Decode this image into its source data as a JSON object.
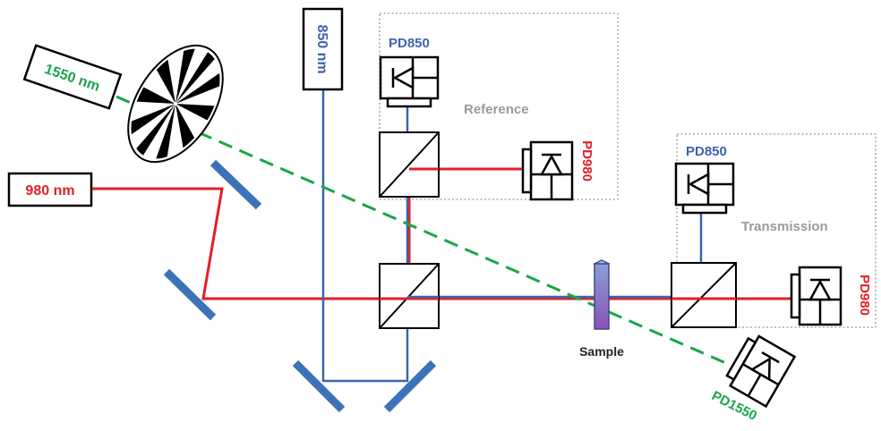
{
  "colors": {
    "red_beam": "#e21f26",
    "blue_beam": "#3d64ae",
    "green_beam": "#1aa64a",
    "mirror": "#3e72b8",
    "region_label": "#9a9a9a",
    "sample_top": "#8a9ed6",
    "sample_bottom": "#8a52b8"
  },
  "sources": {
    "laser_980": "980 nm",
    "laser_850": "850 nm",
    "laser_1550": "1550 nm"
  },
  "regions": {
    "reference": "Reference",
    "transmission": "Transmission"
  },
  "detectors": {
    "ref_pd850": "PD850",
    "ref_pd980": "PD980",
    "trans_pd850": "PD850",
    "trans_pd980": "PD980",
    "pd1550": "PD1550"
  },
  "sample": "Sample",
  "icons": {
    "chopper": "optical-chopper-icon",
    "photodiode": "photodiode-icon",
    "beamsplitter": "beam-splitter-icon",
    "mirror": "mirror-icon"
  }
}
